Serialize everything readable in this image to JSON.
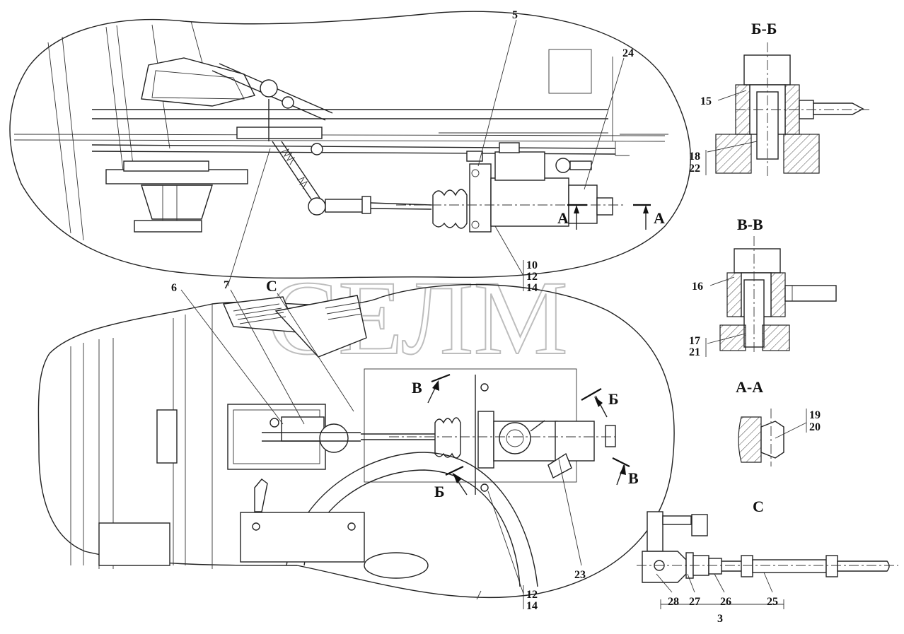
{
  "watermark": "СЕЛМ",
  "section_titles": {
    "bb": "Б-Б",
    "vv": "В-В",
    "aa": "А-А",
    "c": "С"
  },
  "view_labels": {
    "a_left": "А",
    "a_right": "А",
    "b_top": "Б",
    "b_bottom": "Б",
    "v_top": "В",
    "v_bottom": "В",
    "c_mark": "С"
  },
  "callouts": {
    "p5": "5",
    "p24": "24",
    "p10": "10",
    "p12a": "12",
    "p14a": "14",
    "p6": "6",
    "p7": "7",
    "p23": "23",
    "p12b": "12",
    "p14b": "14",
    "p15": "15",
    "p18": "18",
    "p22": "22",
    "p16": "16",
    "p17": "17",
    "p21": "21",
    "p19": "19",
    "p20": "20",
    "p28": "28",
    "p27": "27",
    "p26": "26",
    "p25": "25",
    "p3": "3"
  }
}
